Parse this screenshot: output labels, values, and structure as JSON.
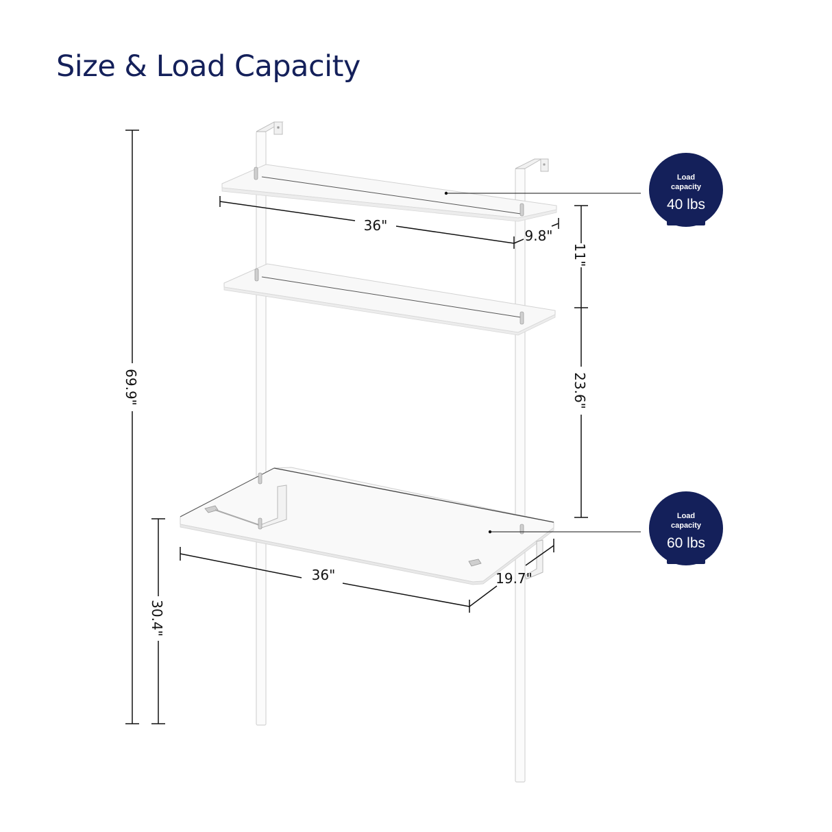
{
  "title": "Size & Load Capacity",
  "colors": {
    "title": "#14205a",
    "badge": "#14205a",
    "dimension_line": "#111111",
    "acrylic_edge": "#cfcfcf"
  },
  "dimensions": {
    "total_height": "69.9\"",
    "desk_height": "30.4\"",
    "top_shelf_gap": "11\"",
    "shelf_to_desk_gap": "23.6\"",
    "shelf_width": "36\"",
    "shelf_depth": "9.8\"",
    "desk_width": "36\"",
    "desk_depth": "19.7\""
  },
  "badges": [
    {
      "line1": "Load",
      "line2": "capacity",
      "value": "40 lbs",
      "icon": "kettlebell-icon",
      "target": "shelf"
    },
    {
      "line1": "Load",
      "line2": "capacity",
      "value": "60 lbs",
      "icon": "kettlebell-icon",
      "target": "desk"
    }
  ]
}
